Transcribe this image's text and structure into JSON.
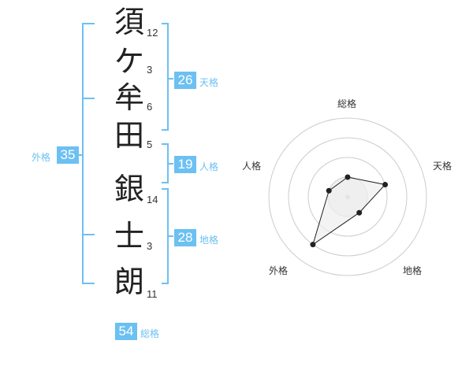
{
  "name_chars": [
    {
      "char": "須",
      "strokes": "12"
    },
    {
      "char": "ケ",
      "strokes": "3"
    },
    {
      "char": "牟",
      "strokes": "6"
    },
    {
      "char": "田",
      "strokes": "5"
    },
    {
      "char": "銀",
      "strokes": "14"
    },
    {
      "char": "士",
      "strokes": "3"
    },
    {
      "char": "朗",
      "strokes": "11"
    }
  ],
  "kaku": {
    "tenkaku": {
      "value": "26",
      "label": "天格"
    },
    "jinkaku": {
      "value": "19",
      "label": "人格"
    },
    "chikaku": {
      "value": "28",
      "label": "地格"
    },
    "gaikaku": {
      "value": "35",
      "label": "外格"
    },
    "soukaku": {
      "value": "54",
      "label": "総格"
    }
  },
  "radar": {
    "axes": [
      "総格",
      "天格",
      "地格",
      "外格",
      "人格"
    ],
    "levels": 4,
    "values": [
      1,
      2,
      1,
      3,
      1
    ],
    "max": 4,
    "colors": {
      "grid": "#cccccc",
      "line": "#222222",
      "fill": "#eeeeee",
      "point": "#222222",
      "accent": "#6cc0f2"
    }
  }
}
